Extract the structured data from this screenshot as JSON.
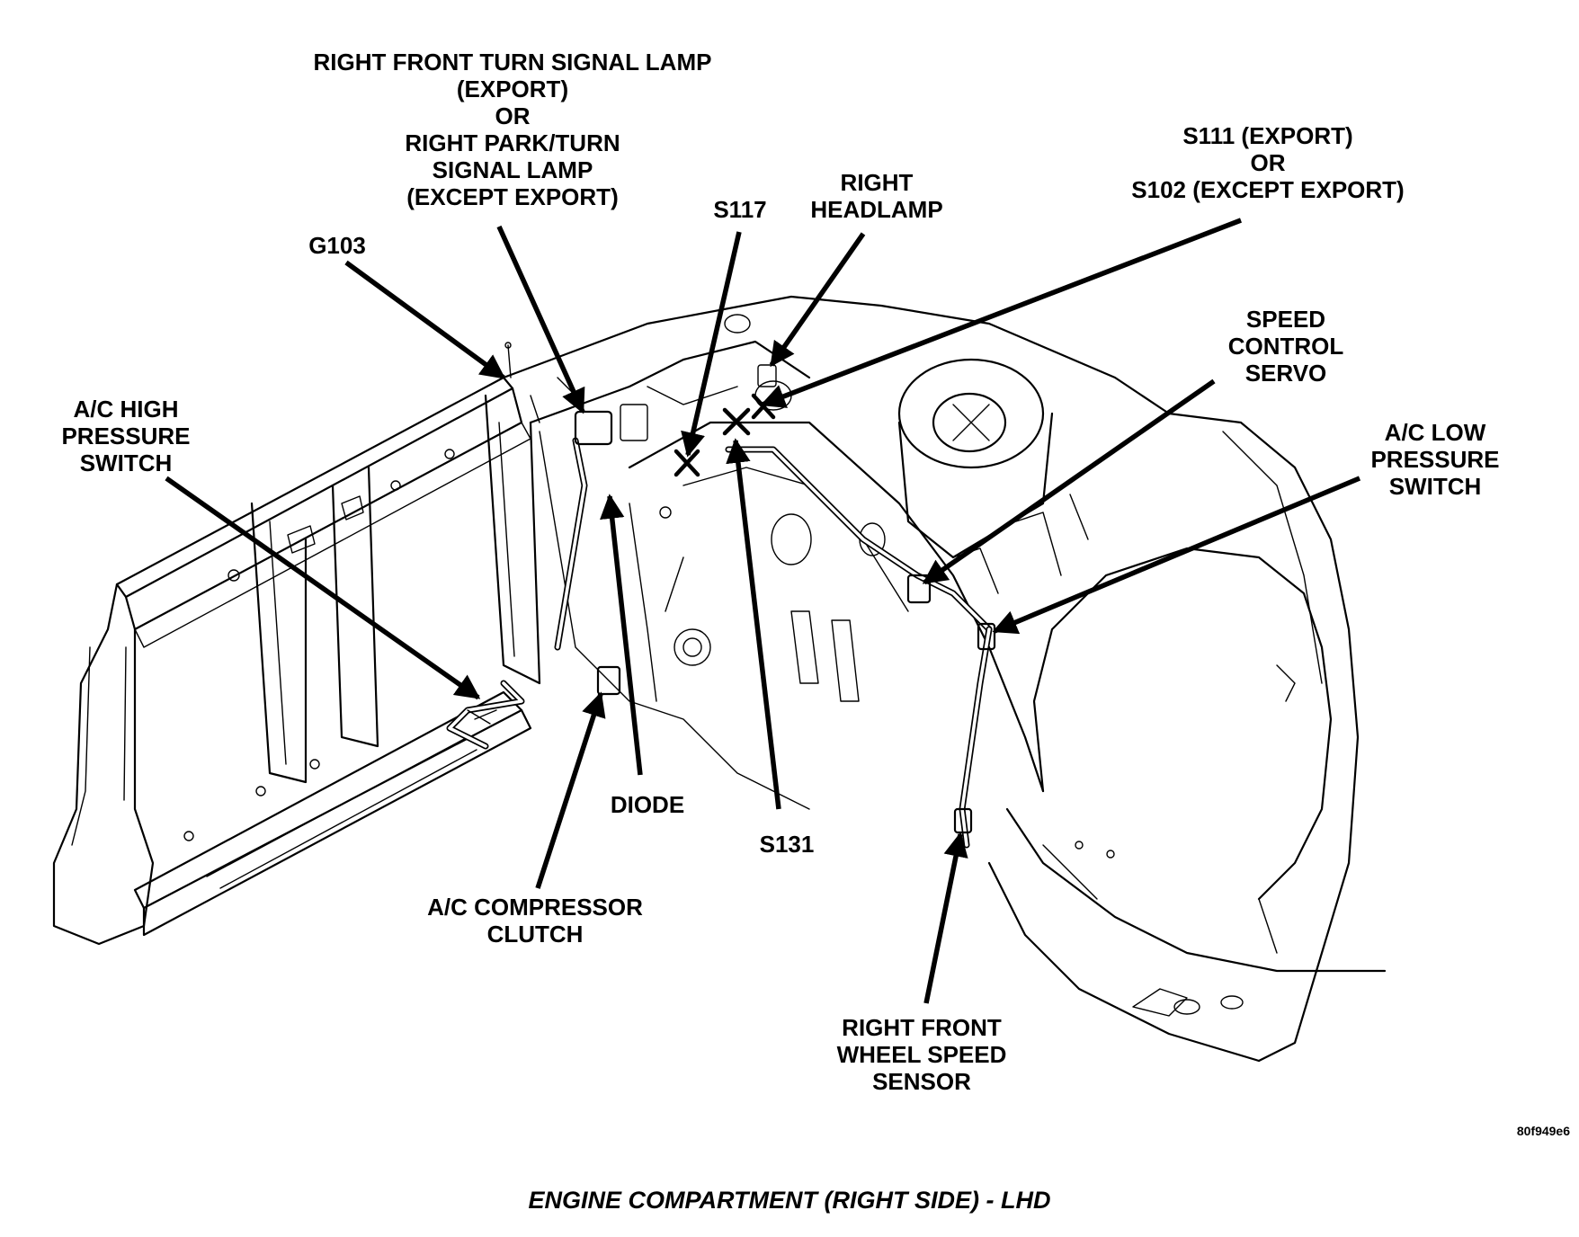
{
  "labels": {
    "turn_signal": [
      "RIGHT FRONT TURN SIGNAL LAMP",
      "(EXPORT)",
      "OR",
      "RIGHT PARK/TURN",
      "SIGNAL LAMP",
      "(EXCEPT EXPORT)"
    ],
    "g103": "G103",
    "ac_high": [
      "A/C HIGH",
      "PRESSURE",
      "SWITCH"
    ],
    "s117": "S117",
    "headlamp": [
      "RIGHT",
      "HEADLAMP"
    ],
    "s111": [
      "S111 (EXPORT)",
      "OR",
      "S102 (EXCEPT EXPORT)"
    ],
    "speed_servo": [
      "SPEED",
      "CONTROL",
      "SERVO"
    ],
    "ac_low": [
      "A/C LOW",
      "PRESSURE",
      "SWITCH"
    ],
    "diode": "DIODE",
    "s131": "S131",
    "ac_clutch": [
      "A/C COMPRESSOR",
      "CLUTCH"
    ],
    "wheel_sensor": [
      "RIGHT FRONT",
      "WHEEL SPEED",
      "SENSOR"
    ]
  },
  "figure_code": "80f949e6",
  "caption": "ENGINE COMPARTMENT (RIGHT SIDE) - LHD"
}
